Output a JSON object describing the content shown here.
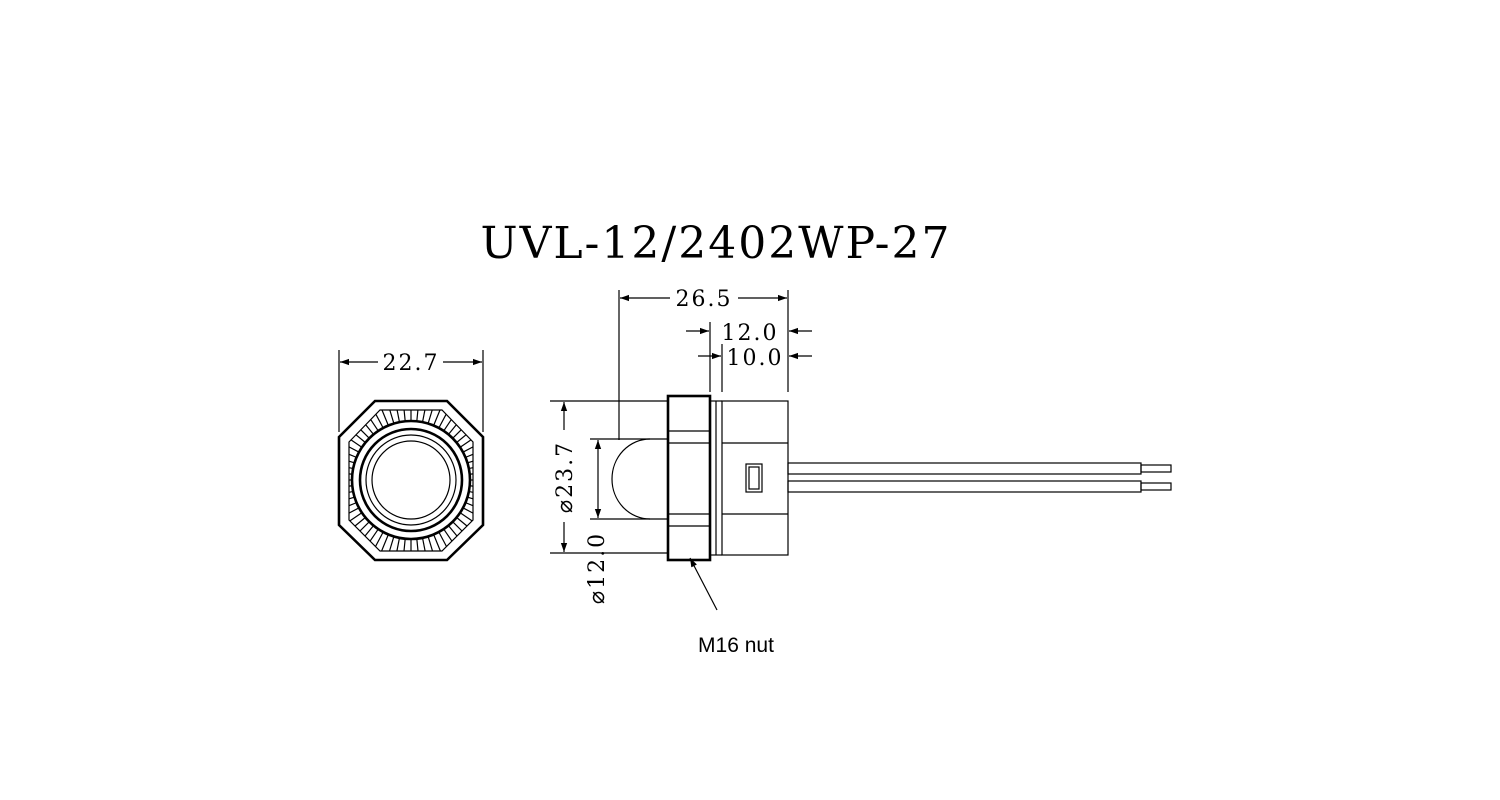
{
  "title": "UVL-12/2402WP-27",
  "dimensions": {
    "front_width": "22.7",
    "overall_length": "26.5",
    "length_a": "12.0",
    "length_b": "10.0",
    "outer_diameter": "⌀23.7",
    "lens_diameter": "⌀12.0"
  },
  "callout": {
    "label": "M16 nut"
  }
}
